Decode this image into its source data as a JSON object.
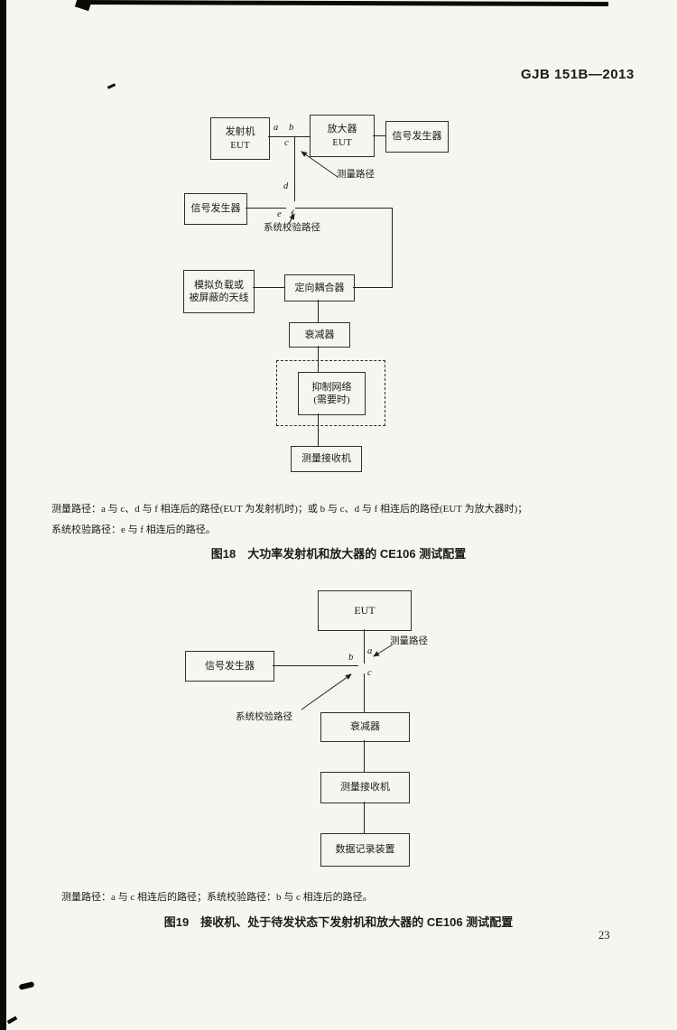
{
  "header": {
    "standard_number": "GJB 151B—2013"
  },
  "figure18": {
    "boxes": {
      "transmitter_eut": "发射机\nEUT",
      "amplifier_eut": "放大器\nEUT",
      "signal_generator_top": "信号发生器",
      "signal_generator_left": "信号发生器",
      "simulated_load": "模拟负载或\n被屏蔽的天线",
      "directional_coupler": "定向耦合器",
      "attenuator": "衰减器",
      "rejection_network": "抑制网络\n(需要时)",
      "measurement_receiver": "测量接收机"
    },
    "annotations": {
      "measurement_path": "测量路径",
      "system_check_path": "系统校验路径"
    },
    "points": {
      "a": "a",
      "b": "b",
      "c": "c",
      "d": "d",
      "e": "e",
      "f": "f"
    },
    "caption_line1": "测量路径：a 与 c、d 与 f 相连后的路径(EUT 为发射机时)；或 b 与 c、d 与 f 相连后的路径(EUT 为放大器时)；",
    "caption_line2": "系统校验路径：e 与 f 相连后的路径。",
    "title": "图18　大功率发射机和放大器的 CE106 测试配置"
  },
  "figure19": {
    "boxes": {
      "eut": "EUT",
      "signal_generator": "信号发生器",
      "attenuator": "衰减器",
      "measurement_receiver": "测量接收机",
      "data_recorder": "数据记录装置"
    },
    "annotations": {
      "measurement_path": "测量路径",
      "system_check_path": "系统校验路径"
    },
    "points": {
      "a": "a",
      "b": "b",
      "c": "c"
    },
    "caption": "测量路径：a 与 c 相连后的路径；系统校验路径：b 与 c 相连后的路径。",
    "title": "图19　接收机、处于待发状态下发射机和放大器的 CE106 测试配置"
  },
  "footer": {
    "page_number": "23"
  }
}
